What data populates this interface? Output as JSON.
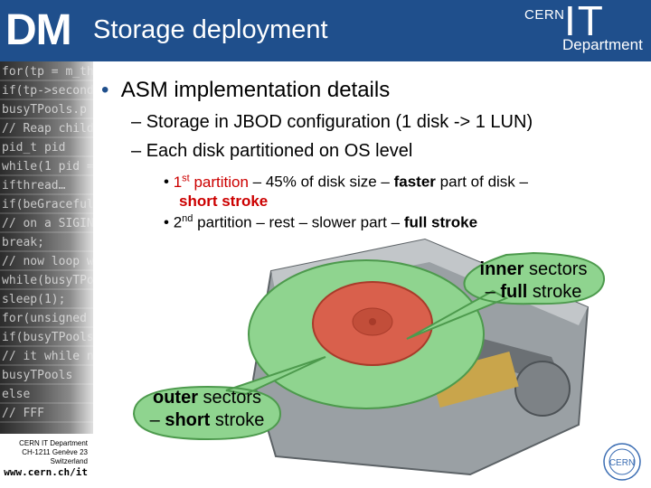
{
  "header": {
    "logo_text": "DM",
    "title": "Storage deployment",
    "cern_text": "CERN",
    "it_text": "IT",
    "department_text": "Department",
    "background_color": "#1f4f8c"
  },
  "sidebar": {
    "code_lines": [
      "for(tp = m_thre",
      "if(tp->second-",
      "busyTPools.p",
      "// Reap child",
      "pid_t pid",
      "while(1 pid =",
      "ifthread…",
      "if(beGraceful",
      "// on a SIGINT",
      "break;",
      "// now loop wait",
      "while(busyTPoo",
      "sleep(1);",
      "for(unsigned in",
      "if(busyTPools",
      "// it while no",
      "busyTPools",
      "else",
      "// FFF"
    ],
    "footer_line1": "CERN IT Department",
    "footer_line2": "CH-1211 Genève 23",
    "footer_line3": "Switzerland",
    "footer_url": "www.cern.ch/it"
  },
  "content": {
    "bullet1": "ASM implementation details",
    "sub1": "Storage in JBOD configuration (1 disk -> 1 LUN)",
    "sub2": "Each disk partitioned on OS level",
    "item1": {
      "ordinal": "1",
      "ordinal_suffix": "st",
      "partition_word": "partition",
      "middle": "– 45% of disk size –",
      "faster": "faster",
      "tail": "part of disk –",
      "short_stroke": "short stroke"
    },
    "item2": {
      "ordinal": "2",
      "ordinal_suffix": "nd",
      "text": "partition – rest – slower part –",
      "full_stroke": "full stroke"
    }
  },
  "callouts": {
    "inner": {
      "bold": "inner",
      "line1_rest": " sectors",
      "dash": "– ",
      "bold2": "full",
      "line2_rest": " stroke",
      "color": "#8fd48f",
      "text_color": "#cc3333"
    },
    "outer": {
      "bold": "outer",
      "line1_rest": " sectors",
      "dash": "– ",
      "bold2": "short",
      "line2_rest": " stroke",
      "color": "#8fd48f"
    }
  },
  "badge": {
    "text": "CERN"
  },
  "icons": [
    "dm-logo",
    "cern-it-logo",
    "hard-disk-icon",
    "cern-badge-icon"
  ]
}
